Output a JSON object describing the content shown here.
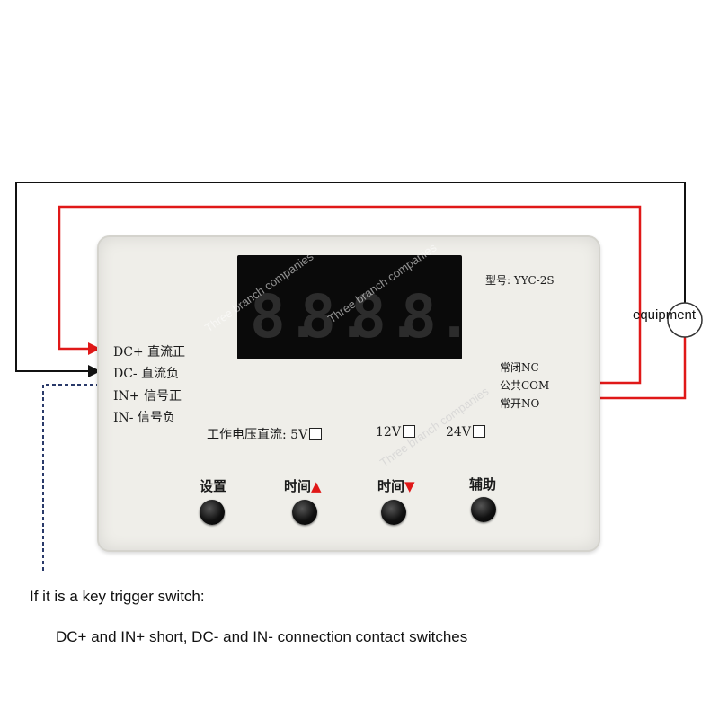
{
  "display": {
    "digits": [
      "8.",
      "8.",
      "8.",
      "8."
    ]
  },
  "model_label": "型号: YYC-2S",
  "terminals_left": [
    "DC+ 直流正",
    "DC- 直流负",
    "IN+ 信号正",
    "IN- 信号负"
  ],
  "terminals_right": [
    "常闭NC",
    "公共COM",
    "常开NO"
  ],
  "voltage": {
    "label": "工作电压直流: ",
    "options": [
      "5V",
      "12V",
      "24V"
    ]
  },
  "buttons": [
    {
      "label": "设置",
      "arrow": ""
    },
    {
      "label": "时间",
      "arrow": "▲"
    },
    {
      "label": "时间",
      "arrow": "▼"
    },
    {
      "label": "辅助",
      "arrow": ""
    }
  ],
  "equipment_label": "equipment",
  "watermark": "Three branch companies",
  "caption": {
    "line1": "If it is a key trigger switch:",
    "line2": "DC+ and IN+ short,  DC-  and IN-  connection contact switches"
  },
  "colors": {
    "wire_red": "#e01818",
    "wire_black": "#111111",
    "wire_blue_dashed": "#2a3a6a"
  }
}
